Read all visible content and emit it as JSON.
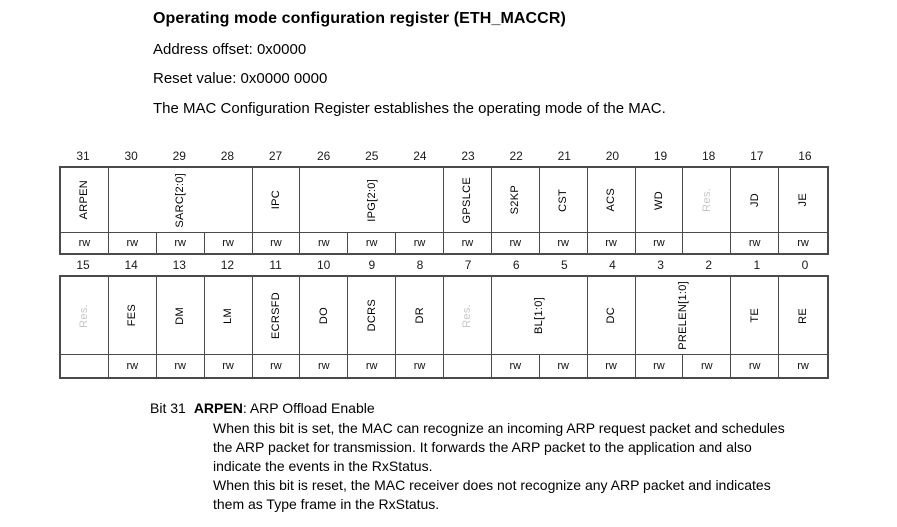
{
  "header": {
    "title": "Operating mode configuration register (ETH_MACCR)",
    "address_offset": "Address offset: 0x0000",
    "reset_value": "Reset value: 0x0000 0000",
    "description": "The MAC Configuration Register establishes the operating mode of the MAC."
  },
  "register_table": {
    "colors": {
      "border": "#4a4a4a",
      "reserved_text": "#c6c6c6",
      "text": "#000000",
      "background": "#ffffff"
    },
    "access_legend": "rw",
    "rows": [
      {
        "bits": [
          "31",
          "30",
          "29",
          "28",
          "27",
          "26",
          "25",
          "24",
          "23",
          "22",
          "21",
          "20",
          "19",
          "18",
          "17",
          "16"
        ],
        "fields": [
          {
            "label": "ARPEN",
            "span": 1,
            "access": [
              "rw"
            ],
            "reserved": false
          },
          {
            "label": "SARC[2:0]",
            "span": 3,
            "access": [
              "rw",
              "rw",
              "rw"
            ],
            "reserved": false
          },
          {
            "label": "IPC",
            "span": 1,
            "access": [
              "rw"
            ],
            "reserved": false
          },
          {
            "label": "IPG[2:0]",
            "span": 3,
            "access": [
              "rw",
              "rw",
              "rw"
            ],
            "reserved": false
          },
          {
            "label": "GPSLCE",
            "span": 1,
            "access": [
              "rw"
            ],
            "reserved": false
          },
          {
            "label": "S2KP",
            "span": 1,
            "access": [
              "rw"
            ],
            "reserved": false
          },
          {
            "label": "CST",
            "span": 1,
            "access": [
              "rw"
            ],
            "reserved": false
          },
          {
            "label": "ACS",
            "span": 1,
            "access": [
              "rw"
            ],
            "reserved": false
          },
          {
            "label": "WD",
            "span": 1,
            "access": [
              "rw"
            ],
            "reserved": false
          },
          {
            "label": "Res.",
            "span": 1,
            "access": [
              ""
            ],
            "reserved": true
          },
          {
            "label": "JD",
            "span": 1,
            "access": [
              "rw"
            ],
            "reserved": false
          },
          {
            "label": "JE",
            "span": 1,
            "access": [
              "rw"
            ],
            "reserved": false
          }
        ]
      },
      {
        "bits": [
          "15",
          "14",
          "13",
          "12",
          "11",
          "10",
          "9",
          "8",
          "7",
          "6",
          "5",
          "4",
          "3",
          "2",
          "1",
          "0"
        ],
        "fields": [
          {
            "label": "Res.",
            "span": 1,
            "access": [
              ""
            ],
            "reserved": true
          },
          {
            "label": "FES",
            "span": 1,
            "access": [
              "rw"
            ],
            "reserved": false
          },
          {
            "label": "DM",
            "span": 1,
            "access": [
              "rw"
            ],
            "reserved": false
          },
          {
            "label": "LM",
            "span": 1,
            "access": [
              "rw"
            ],
            "reserved": false
          },
          {
            "label": "ECRSFD",
            "span": 1,
            "access": [
              "rw"
            ],
            "reserved": false
          },
          {
            "label": "DO",
            "span": 1,
            "access": [
              "rw"
            ],
            "reserved": false
          },
          {
            "label": "DCRS",
            "span": 1,
            "access": [
              "rw"
            ],
            "reserved": false
          },
          {
            "label": "DR",
            "span": 1,
            "access": [
              "rw"
            ],
            "reserved": false
          },
          {
            "label": "Res.",
            "span": 1,
            "access": [
              ""
            ],
            "reserved": true
          },
          {
            "label": "BL[1:0]",
            "span": 2,
            "access": [
              "rw",
              "rw"
            ],
            "reserved": false
          },
          {
            "label": "DC",
            "span": 1,
            "access": [
              "rw"
            ],
            "reserved": false
          },
          {
            "label": "PRELEN[1:0]",
            "span": 2,
            "access": [
              "rw",
              "rw"
            ],
            "reserved": false
          },
          {
            "label": "TE",
            "span": 1,
            "access": [
              "rw"
            ],
            "reserved": false
          },
          {
            "label": "RE",
            "span": 1,
            "access": [
              "rw"
            ],
            "reserved": false
          }
        ]
      }
    ]
  },
  "bit_description": {
    "bit_label": "Bit 31",
    "field_name": "ARPEN",
    "field_title_rest": ": ARP Offload Enable",
    "paragraph1_lines": [
      "When this bit is set, the MAC can recognize an incoming ARP request packet and schedules",
      "the ARP packet for transmission. It forwards the ARP packet to the application and also",
      "indicate the events in the RxStatus."
    ],
    "paragraph2_lines": [
      "When this bit is reset, the MAC receiver does not recognize any ARP packet and indicates",
      "them as Type frame in the RxStatus."
    ]
  }
}
